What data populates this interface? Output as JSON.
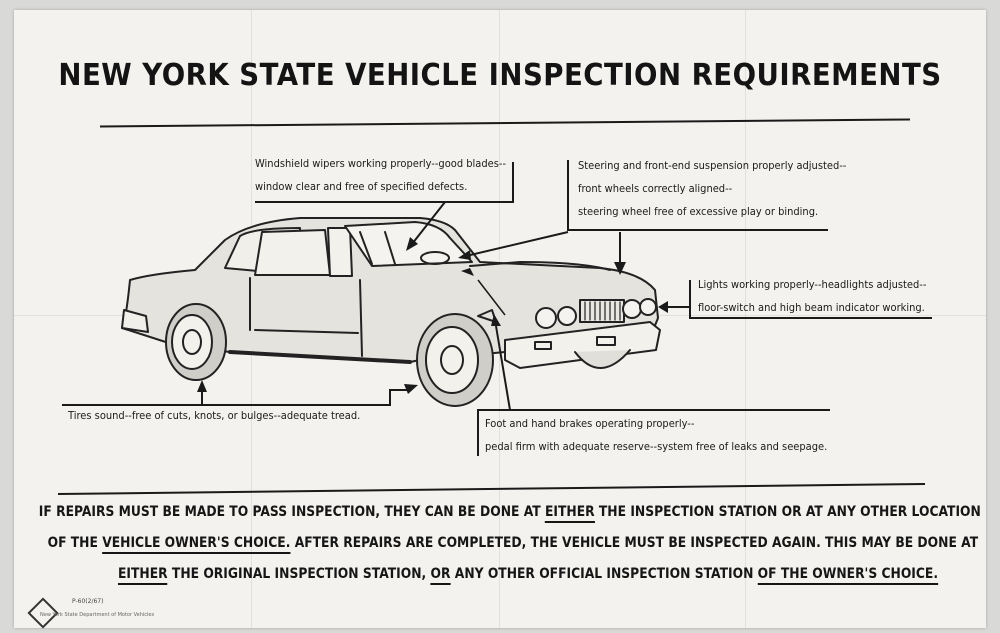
{
  "document": {
    "title": "NEW YORK STATE VEHICLE INSPECTION REQUIREMENTS",
    "callouts": {
      "wipers": {
        "line1": "Windshield wipers working properly--good blades--",
        "line2": "window clear and free of specified defects."
      },
      "steering": {
        "line1": "Steering and front-end suspension properly adjusted--",
        "line2": "front wheels correctly aligned--",
        "line3": "steering wheel free of excessive play or binding."
      },
      "lights": {
        "line1": "Lights working properly--headlights adjusted--",
        "line2": "floor-switch and high beam indicator working."
      },
      "tires": {
        "line1": "Tires sound--free of cuts, knots, or bulges--adequate tread."
      },
      "brakes": {
        "line1": "Foot and hand brakes operating properly--",
        "line2": "pedal firm with adequate reserve--system free of leaks and seepage."
      }
    },
    "footer": {
      "l1_a": "IF REPAIRS MUST BE MADE TO PASS INSPECTION, THEY CAN BE DONE AT ",
      "l1_b": "EITHER",
      "l1_c": " THE INSPECTION STATION OR AT ANY OTHER LOCATION",
      "l2_a": "OF THE ",
      "l2_b": "VEHICLE OWNER'S CHOICE.",
      "l2_c": " AFTER REPAIRS ARE COMPLETED, THE VEHICLE MUST BE INSPECTED AGAIN.  THIS MAY BE DONE AT",
      "l3_a": "EITHER",
      "l3_b": " THE ORIGINAL INSPECTION STATION,   ",
      "l3_c": "OR",
      "l3_d": " ANY OTHER OFFICIAL INSPECTION STATION ",
      "l3_e": "OF THE OWNER'S CHOICE."
    },
    "form_number": "P-60(2/67)",
    "department": "New York State Department of Motor Vehicles"
  }
}
